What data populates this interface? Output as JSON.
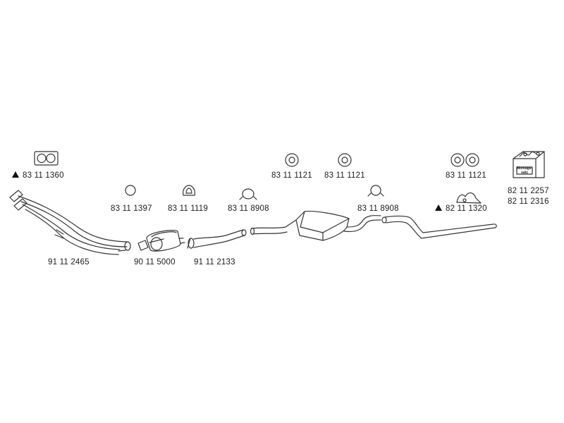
{
  "labels": {
    "gasket": "83 11 1360",
    "front_pipe": "91 11 2465",
    "ring": "83 11 1397",
    "clamp_1": "83 11 1119",
    "catalyst": "90 11 5000",
    "clamp_2": "83 11 8908",
    "intermediate_pipe": "91 11 2133",
    "hanger_1": "83 11 1121",
    "hanger_2": "83 11 1121",
    "clamp_3": "83 11 8908",
    "hanger_3": "83 11 1121",
    "bracket": "82 11 1320",
    "kit_1": "82 11 2257",
    "kit_2": "82 11 2316"
  },
  "kit_box": {
    "line1": "Montage-",
    "line2": "satz"
  },
  "colors": {
    "line": "#333333",
    "marker": "#111111"
  },
  "icons": [
    "triangle-marker-icon",
    "gasket-icon",
    "ring-icon",
    "clamp-icon",
    "rubber-hanger-icon",
    "bracket-icon",
    "mounting-kit-icon"
  ]
}
